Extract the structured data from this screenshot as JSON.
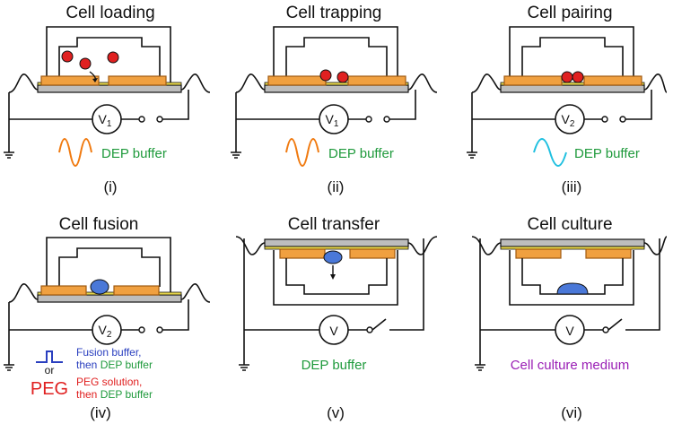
{
  "panels": [
    {
      "title": "Cell loading",
      "roman": "(i)",
      "voltage": "V",
      "sub": "1",
      "buffer": "DEP buffer"
    },
    {
      "title": "Cell trapping",
      "roman": "(ii)",
      "voltage": "V",
      "sub": "1",
      "buffer": "DEP buffer"
    },
    {
      "title": "Cell pairing",
      "roman": "(iii)",
      "voltage": "V",
      "sub": "2",
      "buffer": "DEP buffer"
    },
    {
      "title": "Cell fusion",
      "roman": "(iv)",
      "voltage": "V",
      "sub": "2",
      "or_label": "or",
      "peg_label": "PEG",
      "fusion_buffer_1": "Fusion buffer,",
      "fusion_buffer_2a": "then ",
      "fusion_buffer_2b": "DEP buffer",
      "peg_solution_1": "PEG solution,",
      "peg_solution_2a": "then ",
      "peg_solution_2b": "DEP buffer"
    },
    {
      "title": "Cell transfer",
      "roman": "(v)",
      "voltage": "V",
      "buffer": "DEP buffer"
    },
    {
      "title": "Cell culture",
      "roman": "(vi)",
      "voltage": "V",
      "buffer": "Cell culture medium"
    }
  ],
  "colors": {
    "electrode": "#f0a040",
    "electrode_stroke": "#a05a10",
    "substrate": "#bdbdbd",
    "cell_red": "#e02020",
    "cell_blue": "#4a78d8",
    "dep_green": "#1f9a3c",
    "fusion_blue": "#2a3fbf",
    "peg_red": "#e02020",
    "culture_purple": "#9a1fb5",
    "sine_orange": "#f07a10",
    "sine_cyan": "#20c0e0"
  }
}
